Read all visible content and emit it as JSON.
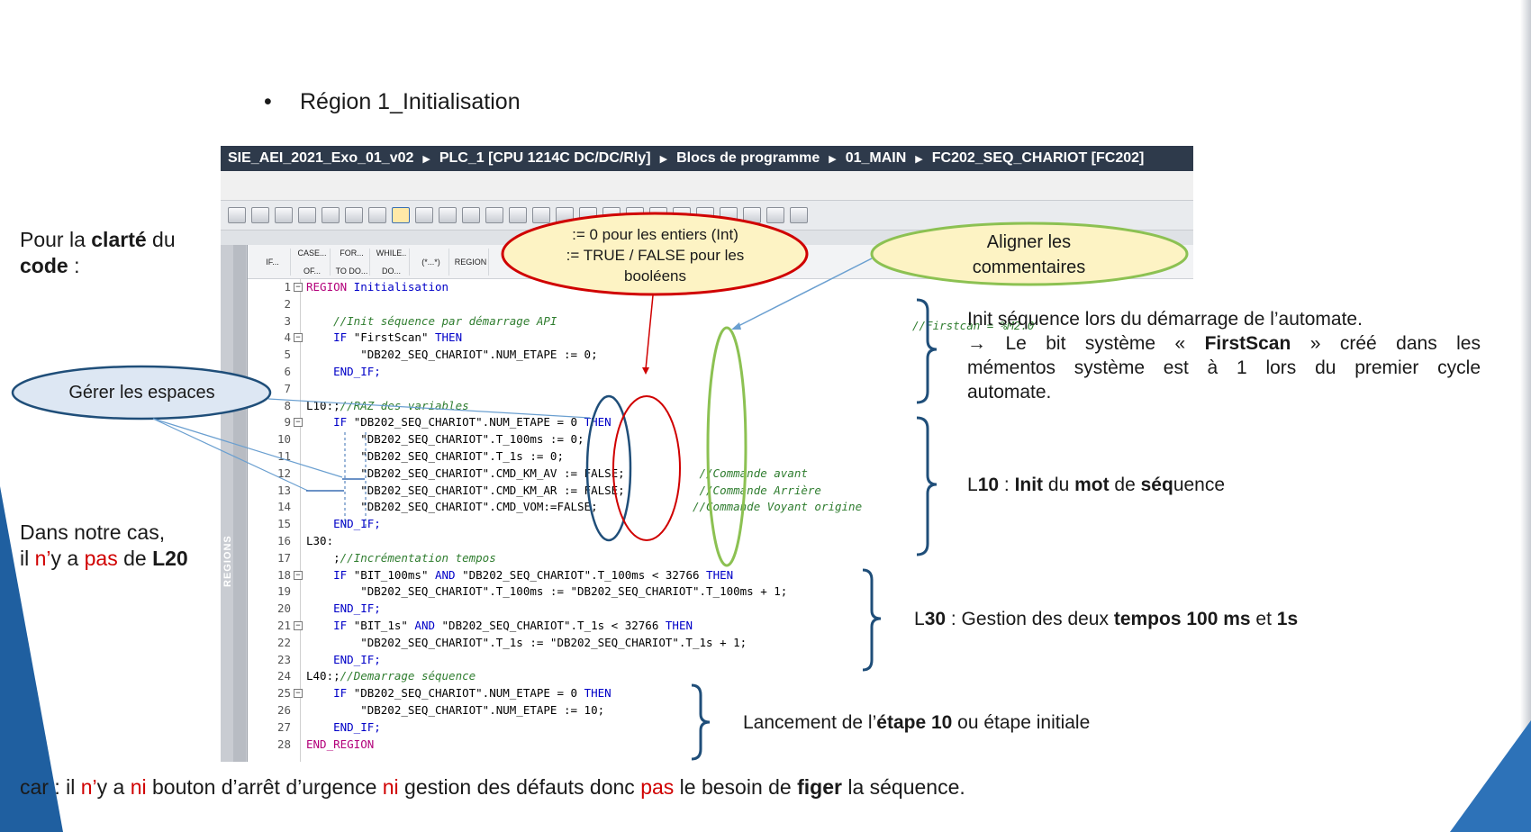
{
  "title": {
    "bullet": "•",
    "text": "Région 1_Initialisation"
  },
  "left_notes": {
    "clarte_1": "Pour la ",
    "clarte_bold": "clarté",
    "clarte_2": " du",
    "clarte_code": "code",
    "clarte_3": " :",
    "cas_line1": "Dans notre cas,",
    "cas_a": "il ",
    "cas_n": "n’",
    "cas_b": "y a ",
    "cas_pas": "pas",
    "cas_c": " de ",
    "cas_l20": "L20"
  },
  "bottom": {
    "t1": "car : il ",
    "n": "n’",
    "t2": "y a ",
    "ni1": "ni",
    "t3": " bouton d’arrêt d’urgence ",
    "ni2": "ni",
    "t4": " gestion des défauts donc ",
    "pas": "pas",
    "t5": " le besoin de ",
    "figer": "figer",
    "t6": " la séquence."
  },
  "breadcrumb": [
    "SIE_AEI_2021_Exo_01_v02",
    "PLC_1 [CPU 1214C DC/DC/Rly]",
    "Blocs de programme",
    "01_MAIN",
    "FC202_SEQ_CHARIOT [FC202]"
  ],
  "instruction_buttons": [
    {
      "l1": "IF...",
      "l2": ""
    },
    {
      "l1": "CASE...",
      "l2": "OF..."
    },
    {
      "l1": "FOR...",
      "l2": "TO DO..."
    },
    {
      "l1": "WHILE..",
      "l2": "DO..."
    },
    {
      "l1": "(*...*)",
      "l2": ""
    },
    {
      "l1": "REGION",
      "l2": ""
    }
  ],
  "regions_label": "REGIONS",
  "code_lines": [
    {
      "n": "1",
      "fold": "−",
      "segs": [
        {
          "t": "REGION",
          "c": "c-reg"
        },
        {
          "t": " Initialisation",
          "c": "c-kw"
        }
      ]
    },
    {
      "n": "2",
      "fold": "",
      "segs": []
    },
    {
      "n": "3",
      "fold": "",
      "segs": [
        {
          "t": "    //Init séquence par démarrage API",
          "c": "c-com"
        }
      ]
    },
    {
      "n": "4",
      "fold": "−",
      "segs": [
        {
          "t": "    IF ",
          "c": "c-kw"
        },
        {
          "t": "\"FirstScan\" ",
          "c": "c-str"
        },
        {
          "t": "THEN",
          "c": "c-kw"
        }
      ]
    },
    {
      "n": "5",
      "fold": "",
      "segs": [
        {
          "t": "        \"DB202_SEQ_CHARIOT\".NUM_ETAPE := 0;",
          "c": "c-str"
        }
      ]
    },
    {
      "n": "6",
      "fold": "",
      "segs": [
        {
          "t": "    END_IF;",
          "c": "c-kw"
        }
      ]
    },
    {
      "n": "7",
      "fold": "",
      "segs": []
    },
    {
      "n": "8",
      "fold": "",
      "segs": [
        {
          "t": "L10:;",
          "c": "c-str"
        },
        {
          "t": "//RAZ des variables",
          "c": "c-com"
        }
      ]
    },
    {
      "n": "9",
      "fold": "−",
      "segs": [
        {
          "t": "    IF ",
          "c": "c-kw"
        },
        {
          "t": "\"DB202_SEQ_CHARIOT\".NUM_ETAPE = 0 ",
          "c": "c-str"
        },
        {
          "t": "THEN",
          "c": "c-kw"
        }
      ]
    },
    {
      "n": "10",
      "fold": "",
      "segs": [
        {
          "t": "        \"DB202_SEQ_CHARIOT\".T_100ms := 0;",
          "c": "c-str"
        }
      ]
    },
    {
      "n": "11",
      "fold": "",
      "segs": [
        {
          "t": "        \"DB202_SEQ_CHARIOT\".T_1s := 0;",
          "c": "c-str"
        }
      ]
    },
    {
      "n": "12",
      "fold": "",
      "segs": [
        {
          "t": "        \"DB202_SEQ_CHARIOT\".CMD_KM_AV := FALSE;",
          "c": "c-str"
        },
        {
          "t": "           //Commande avant",
          "c": "c-com"
        }
      ]
    },
    {
      "n": "13",
      "fold": "",
      "segs": [
        {
          "t": "        \"DB202_SEQ_CHARIOT\".CMD_KM_AR := FALSE;",
          "c": "c-str"
        },
        {
          "t": "           //Commande Arrière",
          "c": "c-com"
        }
      ]
    },
    {
      "n": "14",
      "fold": "",
      "segs": [
        {
          "t": "        \"DB202_SEQ_CHARIOT\".CMD_VOM:=FALSE;",
          "c": "c-str"
        },
        {
          "t": "              //Commande Voyant origine",
          "c": "c-com"
        }
      ]
    },
    {
      "n": "15",
      "fold": "",
      "segs": [
        {
          "t": "    END_IF;",
          "c": "c-kw"
        }
      ]
    },
    {
      "n": "16",
      "fold": "",
      "segs": [
        {
          "t": "L30:",
          "c": "c-str"
        }
      ]
    },
    {
      "n": "17",
      "fold": "",
      "segs": [
        {
          "t": "    ;",
          "c": "c-str"
        },
        {
          "t": "//Incrémentation tempos",
          "c": "c-com"
        }
      ]
    },
    {
      "n": "18",
      "fold": "−",
      "segs": [
        {
          "t": "    IF ",
          "c": "c-kw"
        },
        {
          "t": "\"BIT_100ms\" ",
          "c": "c-str"
        },
        {
          "t": "AND ",
          "c": "c-kw"
        },
        {
          "t": "\"DB202_SEQ_CHARIOT\".T_100ms < 32766 ",
          "c": "c-str"
        },
        {
          "t": "THEN",
          "c": "c-kw"
        }
      ]
    },
    {
      "n": "19",
      "fold": "",
      "segs": [
        {
          "t": "        \"DB202_SEQ_CHARIOT\".T_100ms := \"DB202_SEQ_CHARIOT\".T_100ms + 1;",
          "c": "c-str"
        }
      ]
    },
    {
      "n": "20",
      "fold": "",
      "segs": [
        {
          "t": "    END_IF;",
          "c": "c-kw"
        }
      ]
    },
    {
      "n": "21",
      "fold": "−",
      "segs": [
        {
          "t": "    IF ",
          "c": "c-kw"
        },
        {
          "t": "\"BIT_1s\" ",
          "c": "c-str"
        },
        {
          "t": "AND ",
          "c": "c-kw"
        },
        {
          "t": "\"DB202_SEQ_CHARIOT\".T_1s < 32766 ",
          "c": "c-str"
        },
        {
          "t": "THEN",
          "c": "c-kw"
        }
      ]
    },
    {
      "n": "22",
      "fold": "",
      "segs": [
        {
          "t": "        \"DB202_SEQ_CHARIOT\".T_1s := \"DB202_SEQ_CHARIOT\".T_1s + 1;",
          "c": "c-str"
        }
      ]
    },
    {
      "n": "23",
      "fold": "",
      "segs": [
        {
          "t": "    END_IF;",
          "c": "c-kw"
        }
      ]
    },
    {
      "n": "24",
      "fold": "",
      "segs": [
        {
          "t": "L40:;",
          "c": "c-str"
        },
        {
          "t": "//Demarrage séquence",
          "c": "c-com"
        }
      ]
    },
    {
      "n": "25",
      "fold": "−",
      "segs": [
        {
          "t": "    IF ",
          "c": "c-kw"
        },
        {
          "t": "\"DB202_SEQ_CHARIOT\".NUM_ETAPE = 0 ",
          "c": "c-str"
        },
        {
          "t": "THEN",
          "c": "c-kw"
        }
      ]
    },
    {
      "n": "26",
      "fold": "",
      "segs": [
        {
          "t": "        \"DB202_SEQ_CHARIOT\".NUM_ETAPE := 10;",
          "c": "c-str"
        }
      ]
    },
    {
      "n": "27",
      "fold": "",
      "segs": [
        {
          "t": "    END_IF;",
          "c": "c-kw"
        }
      ]
    },
    {
      "n": "28",
      "fold": "",
      "segs": [
        {
          "t": "END_REGION",
          "c": "c-reg"
        }
      ]
    }
  ],
  "firstscan_comment": "//Firstcan = %M2.0",
  "bubbles": {
    "red_l1": ":= 0 pour les entiers (Int)",
    "red_l2": ":= TRUE / FALSE pour les",
    "red_l3": "booléens",
    "green_l1": "Aligner les",
    "green_l2": "commentaires",
    "blue": "Gérer les espaces"
  },
  "notes": {
    "init_1": "Init séquence lors du démarrage de l’automate.",
    "init_2a": "→ Le bit système « ",
    "init_2b": "FirstScan",
    "init_2c": " » créé dans les",
    "init_3": "mémentos système est à 1 lors du premier cycle",
    "init_4": "automate.",
    "l10_a": "L",
    "l10_b": "10",
    "l10_c": " : ",
    "l10_d": "Init",
    "l10_e": " du ",
    "l10_f": "mot",
    "l10_g": " de ",
    "l10_h": "séq",
    "l10_i": "uence",
    "l30_a": "L",
    "l30_b": "30",
    "l30_c": " : Gestion des deux ",
    "l30_d": "tempos 100 ms",
    "l30_e": " et ",
    "l30_f": "1s",
    "l40_a": "Lancement de l’",
    "l40_b": "étape 10",
    "l40_c": " ou étape initiale"
  },
  "colors": {
    "accent_blue": "#1f5fa0",
    "red": "#d00000",
    "green": "#8cc152",
    "bubble_fill": "#fdf3c4",
    "bubble_blue": "#dde7f3",
    "path_bar": "#2e3a4b"
  }
}
